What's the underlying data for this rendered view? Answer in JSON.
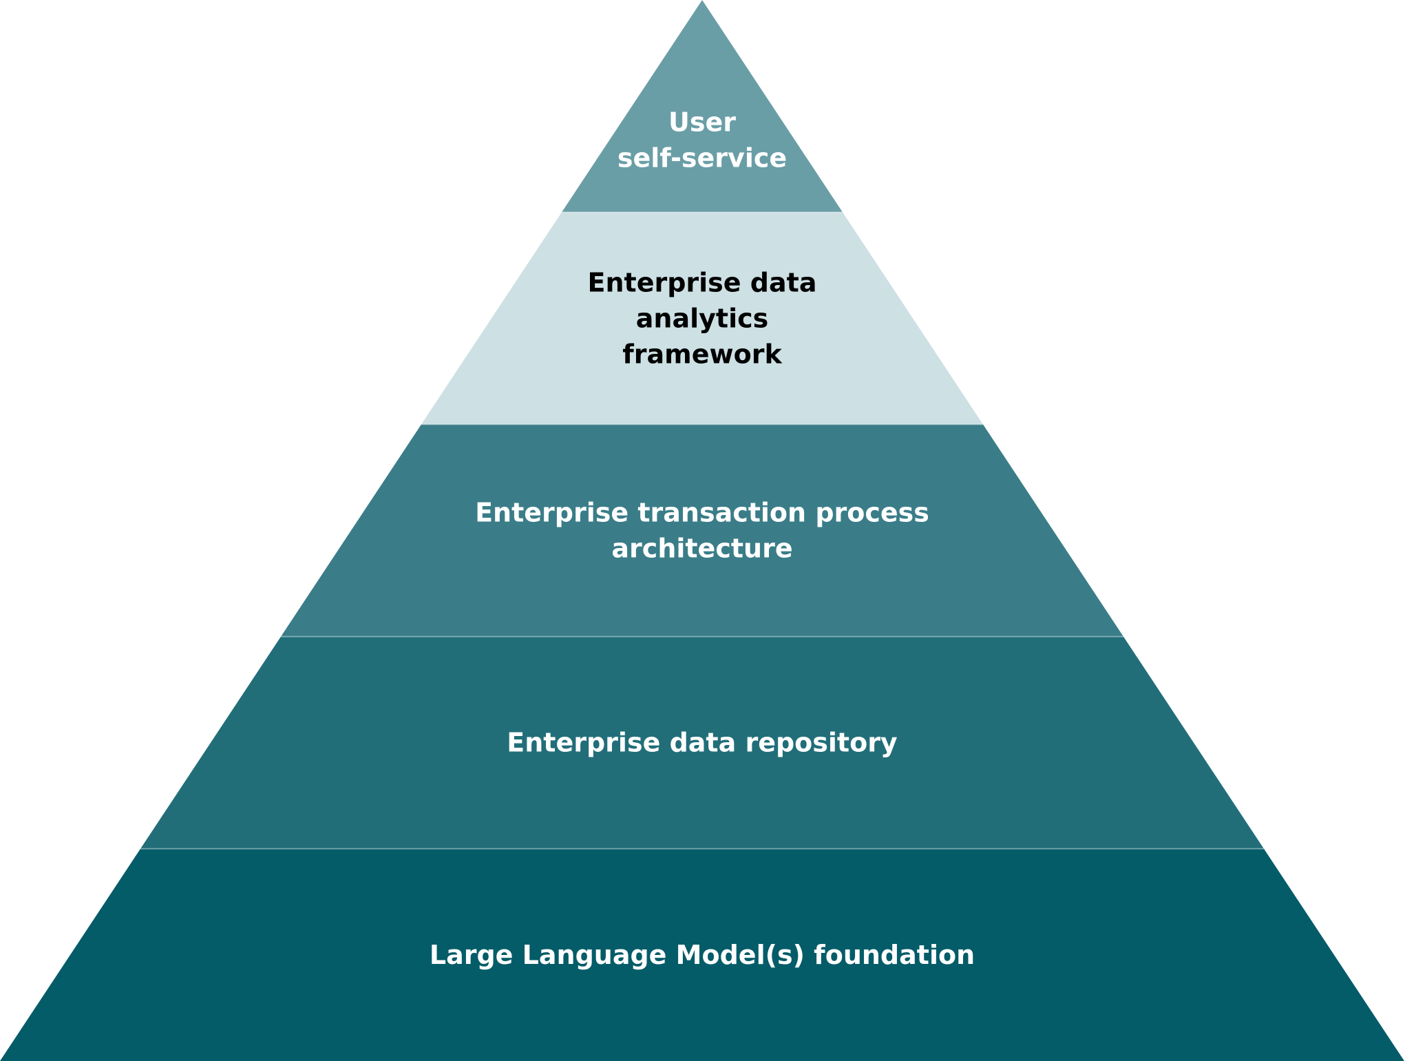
{
  "colors": {
    "background": "#ffffff",
    "divider": "#ffffff"
  },
  "pyramid": {
    "tiers": [
      {
        "id": "user-self-service",
        "lines": [
          "User",
          "self-service"
        ],
        "fill": "#6a9ea6",
        "text_color": "#ffffff"
      },
      {
        "id": "enterprise-data-analytics-framework",
        "lines": [
          "Enterprise data",
          "analytics",
          "framework"
        ],
        "fill": "#cde0e4",
        "text_color": "#000000"
      },
      {
        "id": "enterprise-transaction-process-architecture",
        "lines": [
          "Enterprise transaction process",
          "architecture"
        ],
        "fill": "#3a7d88",
        "text_color": "#ffffff"
      },
      {
        "id": "enterprise-data-repository",
        "lines": [
          "Enterprise data repository"
        ],
        "fill": "#216e79",
        "text_color": "#ffffff"
      },
      {
        "id": "llm-foundation",
        "lines": [
          "Large Language Model(s) foundation"
        ],
        "fill": "#045c68",
        "text_color": "#ffffff"
      }
    ]
  }
}
